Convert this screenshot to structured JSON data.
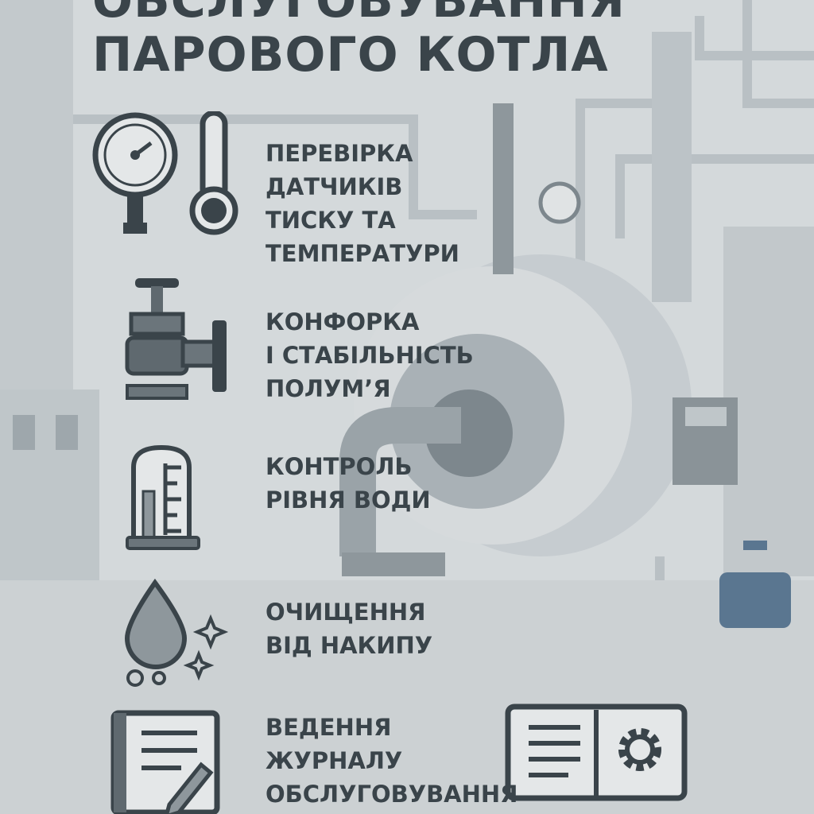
{
  "title": {
    "line1": "ОБСЛУГОВУВАННЯ",
    "line2": "ПАРОВОГО КОТЛА"
  },
  "items": [
    {
      "icons": [
        "pressure-gauge-icon",
        "thermometer-icon"
      ],
      "lines": [
        "ПЕРЕВІРКА",
        "ДАТЧИКІВ",
        "ТИСКУ ТА",
        "ТЕМПЕРАТУРИ"
      ]
    },
    {
      "icons": [
        "valve-icon"
      ],
      "lines": [
        "КОНФОРКА",
        "І СТАБІЛЬНІСТЬ",
        "ПОЛУМ’Я"
      ]
    },
    {
      "icons": [
        "water-level-gauge-icon"
      ],
      "lines": [
        "КОНТРОЛЬ",
        "РІВНЯ ВОДИ"
      ]
    },
    {
      "icons": [
        "water-drop-sparkle-icon"
      ],
      "lines": [
        "ОЧИЩЕННЯ",
        "ВІД НАКИПУ"
      ]
    },
    {
      "icons": [
        "logbook-pencil-icon",
        "manual-gear-icon"
      ],
      "lines": [
        "ВЕДЕННЯ",
        "ЖУРНАЛУ",
        "ОБСЛУГОВУВАННЯ"
      ]
    }
  ],
  "colors": {
    "background": "#d4d9db",
    "text": "#3a444a",
    "pump": "#5a7690"
  }
}
